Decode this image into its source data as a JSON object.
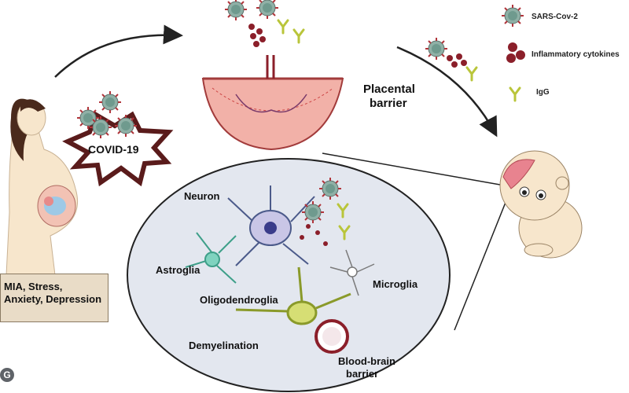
{
  "legend": {
    "virus": "SARS-Cov-2",
    "cytokines": "Inflammatory cytokines",
    "igg": "IgG"
  },
  "labels": {
    "covid": "COVID-19",
    "placenta_line1": "Placental",
    "placenta_line2": "barrier",
    "neuron": "Neuron",
    "astroglia": "Astroglia",
    "oligodendroglia": "Oligodendroglia",
    "microglia": "Microglia",
    "demyelination": "Demyelination",
    "bbb_line1": "Blood-brain",
    "bbb_line2": "barrier"
  },
  "risk_box": {
    "line1": "MIA, Stress,",
    "line2": "Anxiety, Depression"
  },
  "colors": {
    "placenta": "#f2b1a8",
    "circle": "#e3e7ef",
    "cytokine": "#8b1f2a",
    "igg": "#c8d44a",
    "virus": "#7ba396",
    "skin": "#f7e6cc",
    "brain": "#e8838f"
  }
}
